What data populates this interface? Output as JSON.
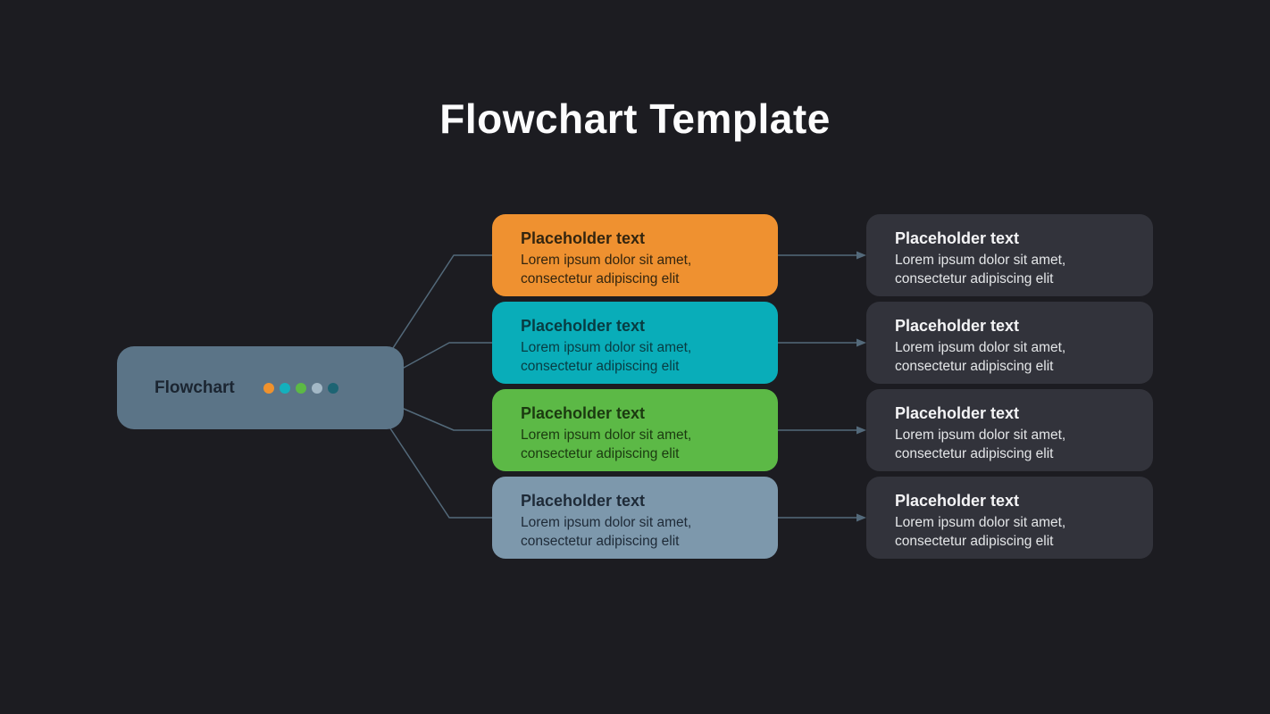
{
  "title": "Flowchart Template",
  "colors": {
    "background": "#1c1c21",
    "title": "#fcfcfd",
    "connector": "#53697a",
    "root_bg": "#5b7487",
    "root_label": "#1b2531",
    "result_bg": "#32333b",
    "result_title": "#f4f4f6",
    "result_body": "#e4e6e8"
  },
  "root": {
    "label": "Flowchart",
    "dot_colors": [
      "#f0922d",
      "#14b0bd",
      "#5cb945",
      "#a3b8c6",
      "#1d6473"
    ]
  },
  "branches": [
    {
      "accent": "#ef9130",
      "text_color": "#33250f",
      "node": {
        "title": "Placeholder text",
        "body": "Lorem ipsum dolor sit amet, consectetur adipiscing elit"
      },
      "result": {
        "title": "Placeholder text",
        "body": "Lorem ipsum dolor sit amet, consectetur adipiscing elit"
      }
    },
    {
      "accent": "#09adb9",
      "text_color": "#083c42",
      "node": {
        "title": "Placeholder text",
        "body": "Lorem ipsum dolor sit amet, consectetur adipiscing elit"
      },
      "result": {
        "title": "Placeholder text",
        "body": "Lorem ipsum dolor sit amet, consectetur adipiscing elit"
      }
    },
    {
      "accent": "#5cb946",
      "text_color": "#1b3a10",
      "node": {
        "title": "Placeholder text",
        "body": "Lorem ipsum dolor sit amet, consectetur adipiscing elit"
      },
      "result": {
        "title": "Placeholder text",
        "body": "Lorem ipsum dolor sit amet, consectetur adipiscing elit"
      }
    },
    {
      "accent": "#7d98ac",
      "text_color": "#1e2a37",
      "node": {
        "title": "Placeholder text",
        "body": "Lorem ipsum dolor sit amet, consectetur adipiscing elit"
      },
      "result": {
        "title": "Placeholder text",
        "body": "Lorem ipsum dolor sit amet, consectetur adipiscing elit"
      }
    }
  ]
}
